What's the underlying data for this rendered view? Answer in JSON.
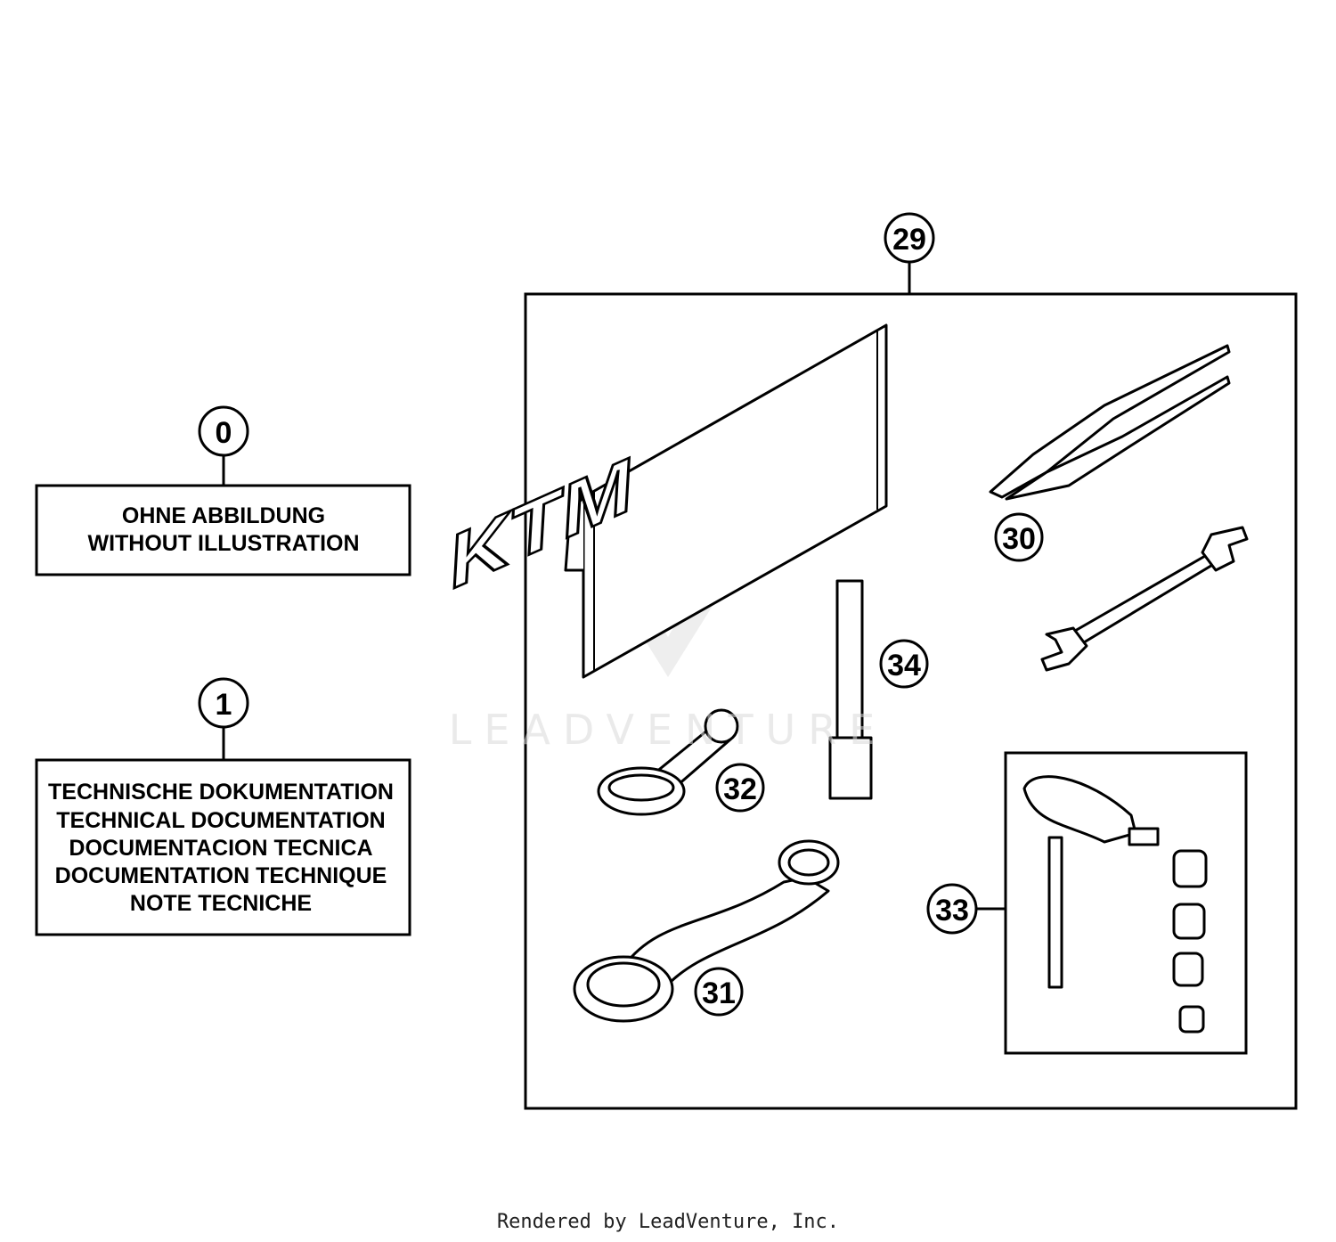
{
  "callouts": {
    "c0": "0",
    "c1": "1",
    "c29": "29",
    "c30": "30",
    "c31": "31",
    "c32": "32",
    "c33": "33",
    "c34": "34"
  },
  "box0": {
    "lines": [
      "OHNE ABBILDUNG",
      "WITHOUT ILLUSTRATION"
    ]
  },
  "box1": {
    "lines": [
      "TECHNISCHE DOKUMENTATION",
      "TECHNICAL DOCUMENTATION",
      "DOCUMENTACION TECNICA",
      "DOCUMENTATION TECHNIQUE",
      "NOTE TECNICHE"
    ]
  },
  "tool_bag_logo": "KTM",
  "watermark": "LEADVENTURE",
  "footer": "Rendered by LeadVenture, Inc."
}
